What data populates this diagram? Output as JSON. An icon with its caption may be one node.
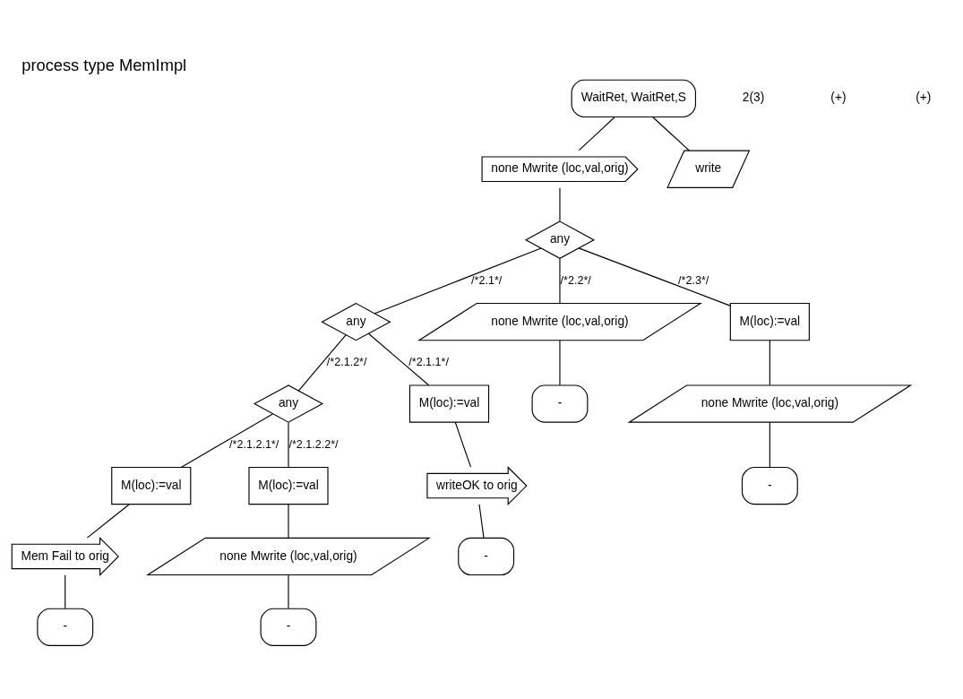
{
  "diagram": {
    "title": "process type MemImpl",
    "nodes": [
      {
        "text": [
          "WaitRet, WaitRet,S"
        ]
      },
      {
        "text": [
          "none Mwrite (loc,val,orig)"
        ]
      },
      {
        "text": [
          "write"
        ]
      },
      {
        "text": [
          "any"
        ]
      },
      {
        "text": [
          "any"
        ]
      },
      {
        "text": [
          "any"
        ]
      },
      {
        "text": [
          "M(loc):=val"
        ]
      },
      {
        "text": [
          "writeOK to orig"
        ]
      },
      {
        "text": [
          "-"
        ]
      },
      {
        "text": [
          "M(loc):=val"
        ]
      },
      {
        "text": [
          "Mem Fail to orig"
        ]
      },
      {
        "text": [
          "-"
        ]
      },
      {
        "text": [
          "M(loc):=val"
        ]
      },
      {
        "text": [
          "none Mwrite (loc,val,orig)"
        ]
      },
      {
        "text": [
          "-"
        ]
      },
      {
        "text": [
          "none Mwrite (loc,val,orig)"
        ]
      },
      {
        "text": [
          "-"
        ]
      },
      {
        "text": [
          "M(loc):=val"
        ]
      },
      {
        "text": [
          "none Mwrite (loc,val,orig)"
        ]
      },
      {
        "text": [
          "-"
        ]
      }
    ],
    "edges": [
      {
        "from": 0,
        "to": 1,
        "arrow": "none"
      },
      {
        "from": 0,
        "to": 2,
        "arrow": "none"
      },
      {
        "from": 1,
        "to": 3,
        "arrow": "none"
      },
      {
        "from": 3,
        "to": 4,
        "arrow": "none",
        "label": "/*2.1*/"
      },
      {
        "from": 4,
        "to": 6,
        "arrow": "none",
        "label": "/*2.1.1*/"
      },
      {
        "from": 4,
        "to": 5,
        "arrow": "none",
        "label": "/*2.1.2*/"
      },
      {
        "from": 6,
        "to": 7,
        "arrow": "none"
      },
      {
        "from": 7,
        "to": 8,
        "arrow": "none"
      },
      {
        "from": 5,
        "to": 9,
        "arrow": "none",
        "label": "/*2.1.2.1*/"
      },
      {
        "from": 9,
        "to": 10,
        "arrow": "none"
      },
      {
        "from": 10,
        "to": 11,
        "arrow": "none"
      },
      {
        "from": 5,
        "to": 12,
        "arrow": "none",
        "label": "/*2.1.2.2*/"
      },
      {
        "from": 12,
        "to": 13,
        "arrow": "none"
      },
      {
        "from": 13,
        "to": 14,
        "arrow": "none"
      },
      {
        "from": 3,
        "to": 15,
        "arrow": "none",
        "label": "/*2.2*/"
      },
      {
        "from": 15,
        "to": 16,
        "arrow": "none"
      },
      {
        "from": 3,
        "to": 17,
        "arrow": "none",
        "label": "/*2.3*/"
      },
      {
        "from": 17,
        "to": 18,
        "arrow": "none"
      },
      {
        "from": 18,
        "to": 19,
        "arrow": "none"
      }
    ],
    "labels": [
      "2(3)",
      "(+)",
      "(+)"
    ]
  }
}
